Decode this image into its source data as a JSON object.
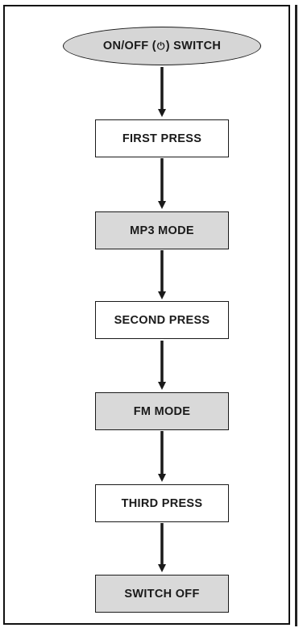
{
  "start": {
    "label_prefix": "ON/OFF (",
    "icon": "power-icon",
    "icon_glyph": "⏻",
    "label_suffix": ") SWITCH"
  },
  "steps": [
    {
      "label": "FIRST PRESS",
      "style": "light"
    },
    {
      "label": "MP3 MODE",
      "style": "shaded"
    },
    {
      "label": "SECOND PRESS",
      "style": "light"
    },
    {
      "label": "FM MODE",
      "style": "shaded"
    },
    {
      "label": "THIRD PRESS",
      "style": "light"
    },
    {
      "label": "SWITCH OFF",
      "style": "shaded"
    }
  ],
  "colors": {
    "shaded_fill": "#d9d9d9",
    "start_fill": "#d6d6d6",
    "stroke": "#1a1a1a"
  }
}
